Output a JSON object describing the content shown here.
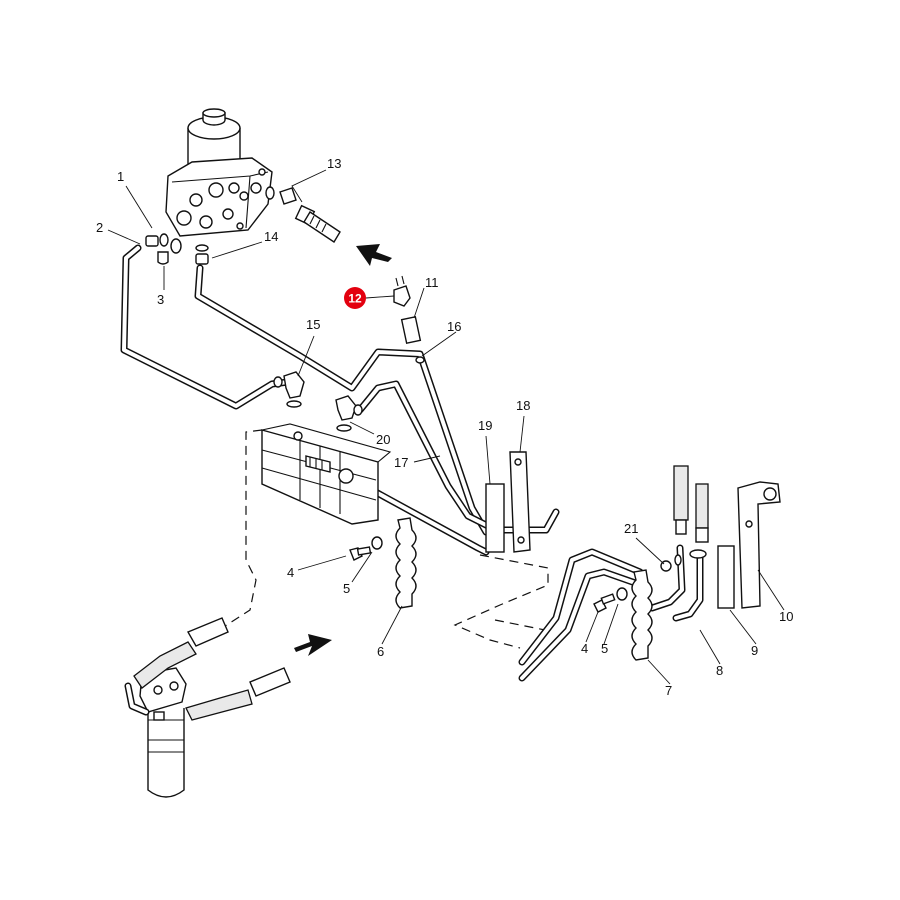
{
  "callouts": {
    "c1": "1",
    "c2": "2",
    "c3": "3",
    "c4a": "4",
    "c4b": "4",
    "c5a": "5",
    "c5b": "5",
    "c6": "6",
    "c7": "7",
    "c8": "8",
    "c9": "9",
    "c10": "10",
    "c11": "11",
    "c12": "12",
    "c13": "13",
    "c14": "14",
    "c15": "15",
    "c16": "16",
    "c17": "17",
    "c18": "18",
    "c19": "19",
    "c20": "20",
    "c21": "21"
  },
  "highlight": {
    "color": "#e3000f"
  },
  "colors": {
    "line": "#111111",
    "background": "#ffffff"
  }
}
